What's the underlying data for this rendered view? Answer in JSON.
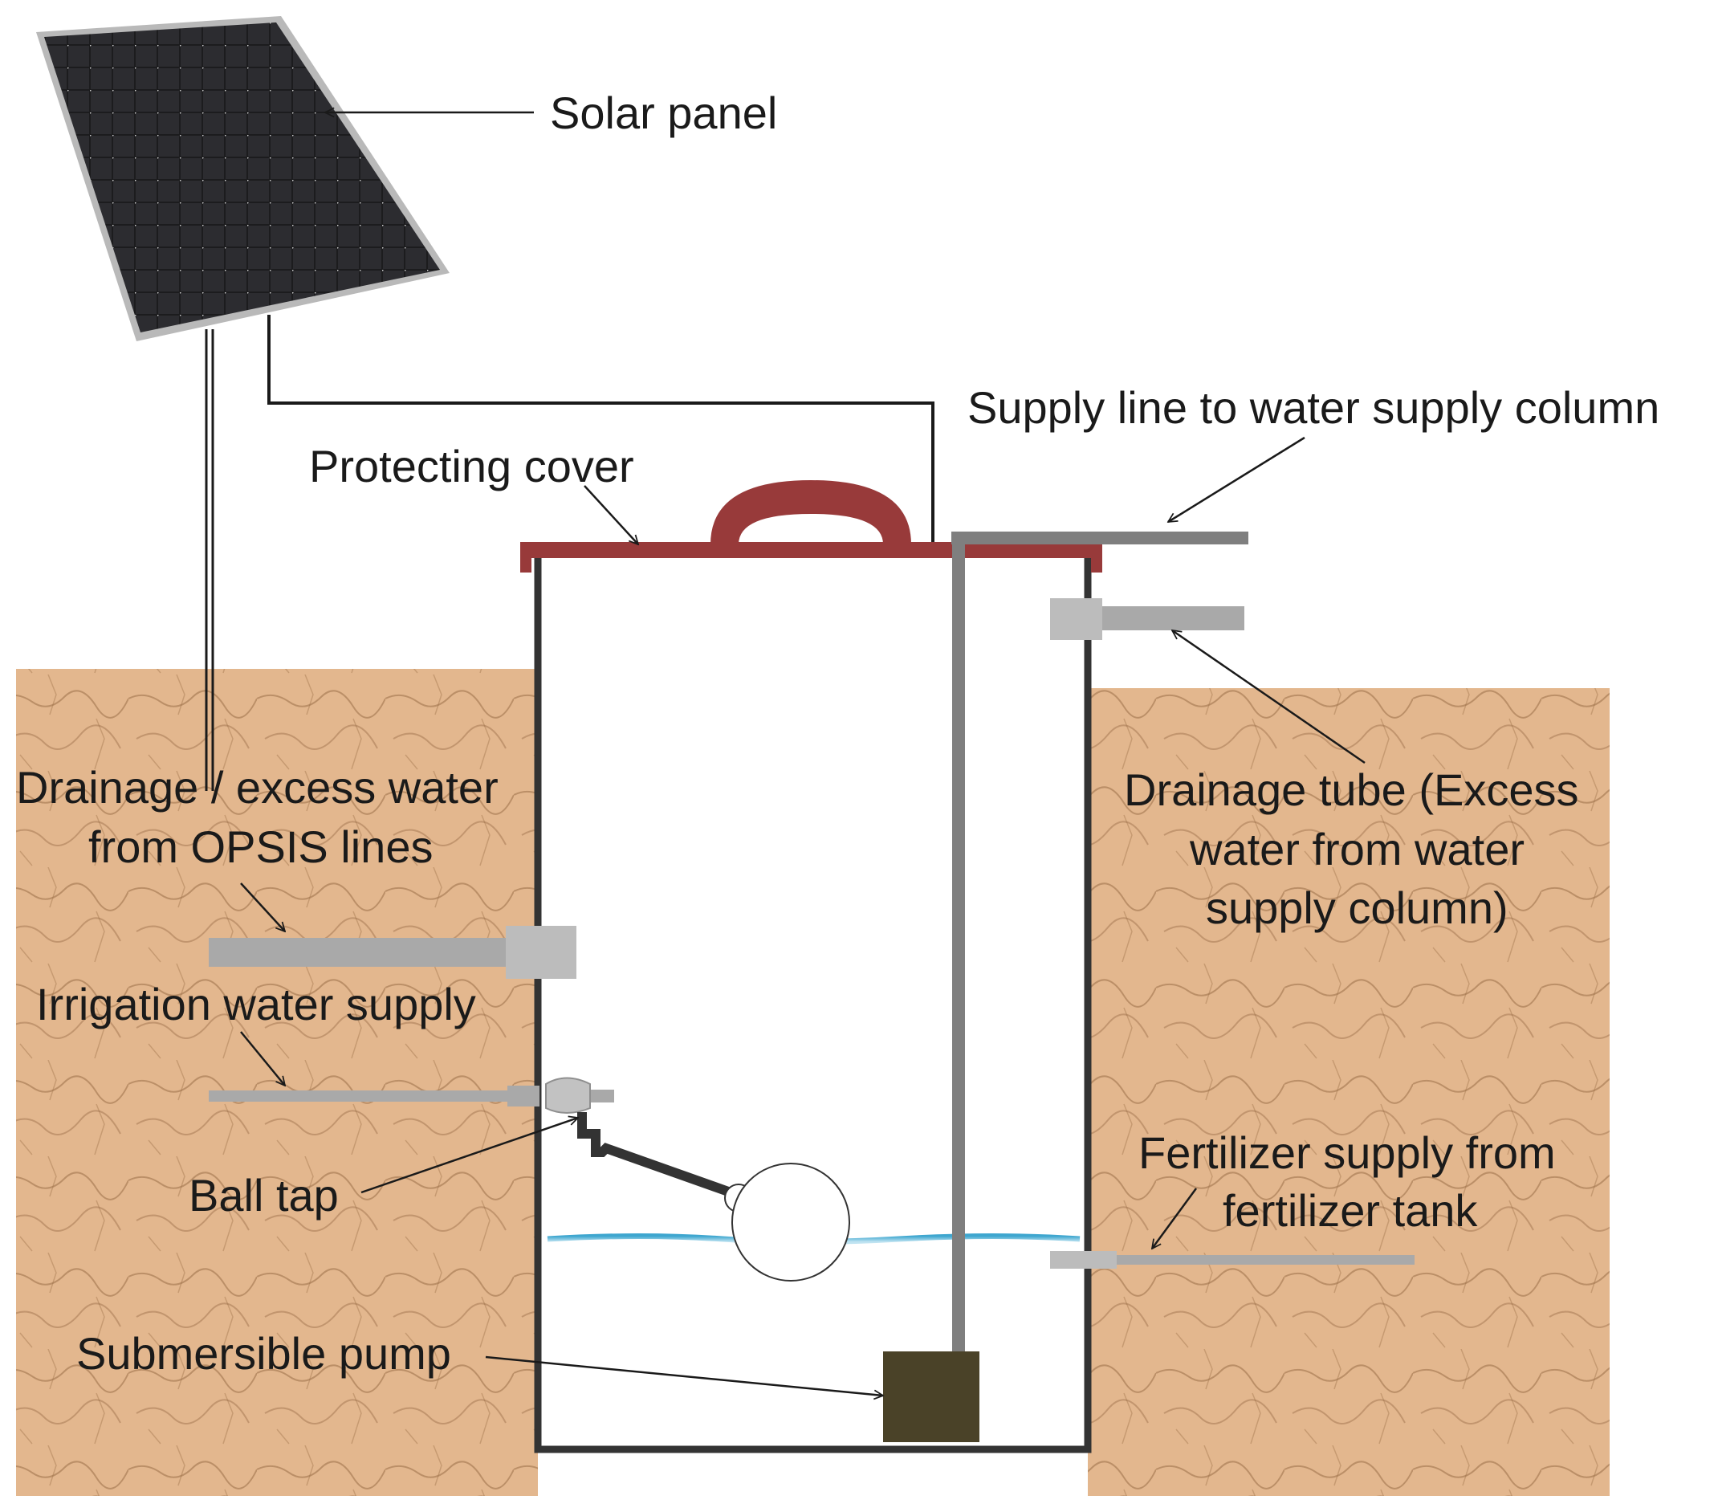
{
  "labels": {
    "solar_panel": "Solar panel",
    "supply_line": "Supply line to water supply column",
    "protecting_cover": "Protecting cover",
    "drainage_excess_line1": "Drainage / excess water",
    "drainage_excess_line2": "from OPSIS lines",
    "drainage_tube_line1": "Drainage tube (Excess",
    "drainage_tube_line2": "water from water",
    "drainage_tube_line3": "supply column)",
    "irrigation_supply": "Irrigation water supply",
    "ball_tap": "Ball tap",
    "fertilizer_line1": "Fertilizer supply from",
    "fertilizer_line2": "fertilizer tank",
    "submersible_pump": "Submersible pump"
  },
  "colors": {
    "soil": "#e3b78e",
    "soil_crack": "#9a6d47",
    "tank_wall": "#333333",
    "cover": "#983a3a",
    "pipe": "#a9a9a9",
    "pipe_dark": "#7f7f7f",
    "pump": "#4a4228",
    "water": "#3ea6cf",
    "panel": "#1c1c1e",
    "panel_frame": "#b9b9b9"
  }
}
